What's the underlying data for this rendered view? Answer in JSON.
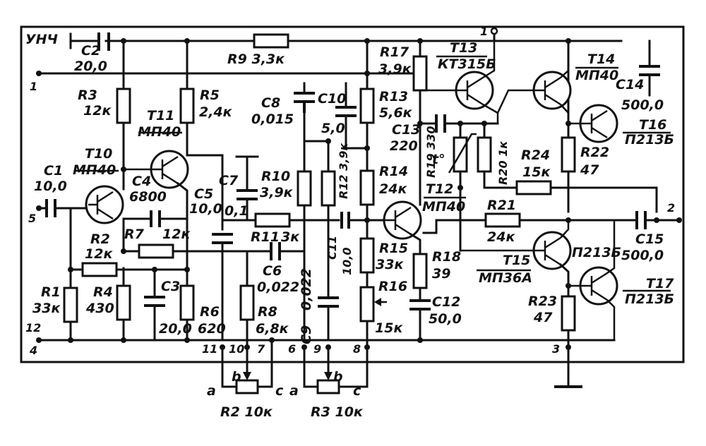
{
  "title": "УНЧ",
  "terminals": [
    {
      "id": "t1a",
      "label": "1"
    },
    {
      "id": "t1b",
      "label": "1"
    },
    {
      "id": "t2",
      "label": "2"
    },
    {
      "id": "t3",
      "label": "3"
    },
    {
      "id": "t4",
      "label": "4"
    },
    {
      "id": "t5",
      "label": "5"
    },
    {
      "id": "t6",
      "label": "6"
    },
    {
      "id": "t7",
      "label": "7"
    },
    {
      "id": "t8",
      "label": "8"
    },
    {
      "id": "t9",
      "label": "9"
    },
    {
      "id": "t10",
      "label": "10"
    },
    {
      "id": "t11",
      "label": "11"
    },
    {
      "id": "t12",
      "label": "12"
    }
  ],
  "resistors": [
    {
      "ref": "R1",
      "value": "33к"
    },
    {
      "ref": "R2",
      "value": "12к"
    },
    {
      "ref": "R3",
      "value": "12к"
    },
    {
      "ref": "R4",
      "value": "430"
    },
    {
      "ref": "R5",
      "value": "2,4к"
    },
    {
      "ref": "R6",
      "value": "620"
    },
    {
      "ref": "R7",
      "value": "12к"
    },
    {
      "ref": "R8",
      "value": "6,8к"
    },
    {
      "ref": "R9",
      "value": "3,3к"
    },
    {
      "ref": "R10",
      "value": "3,9к"
    },
    {
      "ref": "R11",
      "value": "3к"
    },
    {
      "ref": "R12",
      "value": "3,9к"
    },
    {
      "ref": "R13",
      "value": "5,6к"
    },
    {
      "ref": "R14",
      "value": "24к"
    },
    {
      "ref": "R15",
      "value": "33к"
    },
    {
      "ref": "R16",
      "value": "15к"
    },
    {
      "ref": "R17",
      "value": "3,9к"
    },
    {
      "ref": "R18",
      "value": "39"
    },
    {
      "ref": "R19",
      "value": "330"
    },
    {
      "ref": "R20",
      "value": "1к"
    },
    {
      "ref": "R21",
      "value": "24к"
    },
    {
      "ref": "R22",
      "value": "47"
    },
    {
      "ref": "R23",
      "value": "47"
    },
    {
      "ref": "R24",
      "value": "15к"
    }
  ],
  "capacitors": [
    {
      "ref": "C1",
      "value": "10,0"
    },
    {
      "ref": "C2",
      "value": "20,0"
    },
    {
      "ref": "C3",
      "value": "20,0"
    },
    {
      "ref": "C4",
      "value": "6800"
    },
    {
      "ref": "C5",
      "value": "10,0"
    },
    {
      "ref": "C6",
      "value": "0,022"
    },
    {
      "ref": "C7",
      "value": "0,1"
    },
    {
      "ref": "C8",
      "value": "0,015"
    },
    {
      "ref": "C9",
      "value": "0,022"
    },
    {
      "ref": "C10",
      "value": "5,0"
    },
    {
      "ref": "C11",
      "value": "10,0"
    },
    {
      "ref": "C12",
      "value": "50,0"
    },
    {
      "ref": "C13",
      "value": "220"
    },
    {
      "ref": "C14",
      "value": "500,0"
    },
    {
      "ref": "C15",
      "value": "500,0"
    }
  ],
  "transistors": [
    {
      "ref": "T10",
      "type": "МП40"
    },
    {
      "ref": "T11",
      "type": "МП40"
    },
    {
      "ref": "T12",
      "type": "МП40"
    },
    {
      "ref": "T13",
      "type": "КТ315Б"
    },
    {
      "ref": "T14",
      "type": "МП40"
    },
    {
      "ref": "T15",
      "type": "МП36А"
    },
    {
      "ref": "T16",
      "type": "П213Б"
    },
    {
      "ref": "T17",
      "type": "П213Б"
    }
  ],
  "thermistor_mark": "t°",
  "external_pots": [
    {
      "ref": "R2",
      "value": "10к",
      "pin_a": "a",
      "pin_b": "b",
      "pin_c": "c"
    },
    {
      "ref": "R3",
      "value": "10к",
      "pin_a": "a",
      "pin_b": "b",
      "pin_c": "c"
    }
  ]
}
